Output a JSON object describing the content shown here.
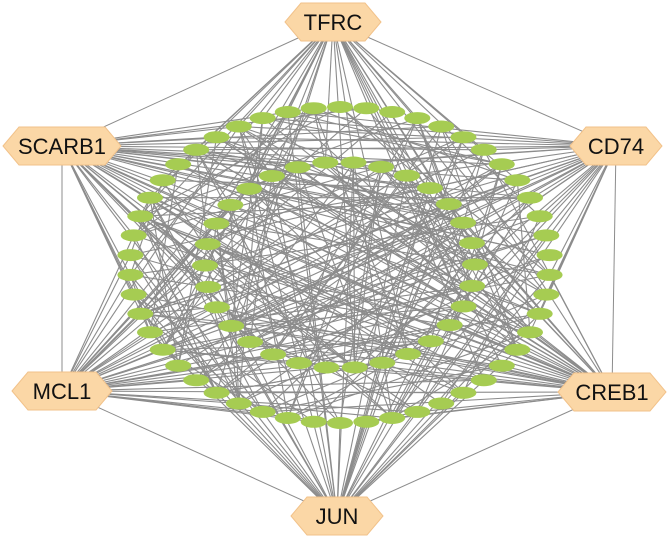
{
  "diagram": {
    "hubs": [
      {
        "id": "TFRC",
        "label": "TFRC"
      },
      {
        "id": "CD74",
        "label": "CD74"
      },
      {
        "id": "CREB1",
        "label": "CREB1"
      },
      {
        "id": "JUN",
        "label": "JUN"
      },
      {
        "id": "MCL1",
        "label": "MCL1"
      },
      {
        "id": "SCARB1",
        "label": "SCARB1"
      }
    ],
    "hub_links": [
      [
        "TFRC",
        "CD74"
      ],
      [
        "CD74",
        "CREB1"
      ],
      [
        "CREB1",
        "JUN"
      ],
      [
        "JUN",
        "MCL1"
      ],
      [
        "MCL1",
        "SCARB1"
      ],
      [
        "SCARB1",
        "TFRC"
      ]
    ],
    "target_node_count": 80,
    "colors": {
      "hub_fill": "#fbd7a6",
      "hub_stroke": "#f2c28a",
      "target_fill": "#a6cc52",
      "edge": "#8c8c8c"
    }
  }
}
